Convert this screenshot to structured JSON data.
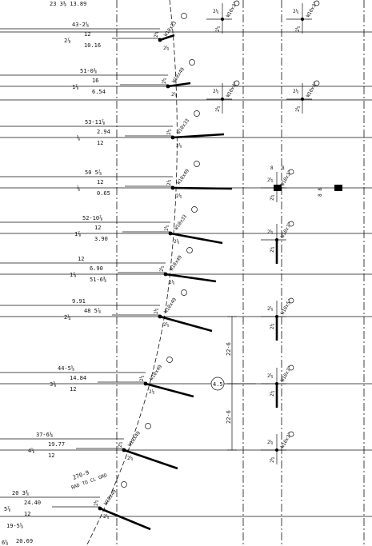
{
  "drawing": {
    "rows": [
      {
        "top": "43-2⅝",
        "a": "12",
        "b": "10.16",
        "lead": "2⅞",
        "weld": "2¼",
        "tag": "W10x33"
      },
      {
        "top": "51-0⅛",
        "a": "16",
        "b": "6.54",
        "lead": "1⅞",
        "weld": "2¼",
        "tag": "W10x49"
      },
      {
        "top": "53-11⅞",
        "a": "2.94",
        "b": "12",
        "lead": "⅝",
        "weld": "2¼",
        "tag": "W10x33"
      },
      {
        "top": "50 5⅞",
        "a": "12",
        "b": "0.65",
        "lead": "⅛",
        "weld": "2¼",
        "tag": "W10x49"
      },
      {
        "top": "52-10⅞",
        "a": "12",
        "b": "3.90",
        "lead": "1⅞",
        "weld": "2¼",
        "tag": "W10x33"
      },
      {
        "top": "12",
        "a": "6.90",
        "b": "51-6⅜",
        "lead": "1⅞",
        "weld": "2¼",
        "tag": "W10x49"
      },
      {
        "top": "9.91",
        "a": "48 5⅞",
        "b": "",
        "lead": "2¼",
        "weld": "2¼",
        "tag": "W10x49"
      },
      {
        "top": "44-5⅝",
        "a": "14.84",
        "b": "12",
        "lead": "3⅜",
        "weld": "2¼",
        "tag": "W10x49"
      },
      {
        "top": "37-6⅛",
        "a": "19.77",
        "b": "12",
        "lead": "4⅝",
        "weld": "2¼",
        "tag": "W10x49"
      },
      {
        "top": "20 3⅜",
        "a": "24.40",
        "b": "12",
        "lead": "5⅞",
        "weld": "2¼",
        "tag": "W10x49"
      }
    ],
    "right_tags": [
      "W10x33",
      "W10x33",
      "W10x49",
      "W10x49",
      "W10x33",
      "W10x77",
      "W10x54",
      "W10x77",
      "W10x33"
    ],
    "misc": {
      "top_left": "23 3⅛ 13.89",
      "row_4_dims": "8 8",
      "grid_bubble": "4.5",
      "vert_dim_1": "22-6",
      "vert_dim_2": "22-6",
      "curve_label_1": "270-9",
      "curve_label_2": "RAD TO CL GRD",
      "bottom_1": "19-5⅝",
      "bottom_2": "20.69",
      "bottom_3": "6⅝"
    },
    "weld_small": "2¼",
    "plate_dim": "8"
  }
}
